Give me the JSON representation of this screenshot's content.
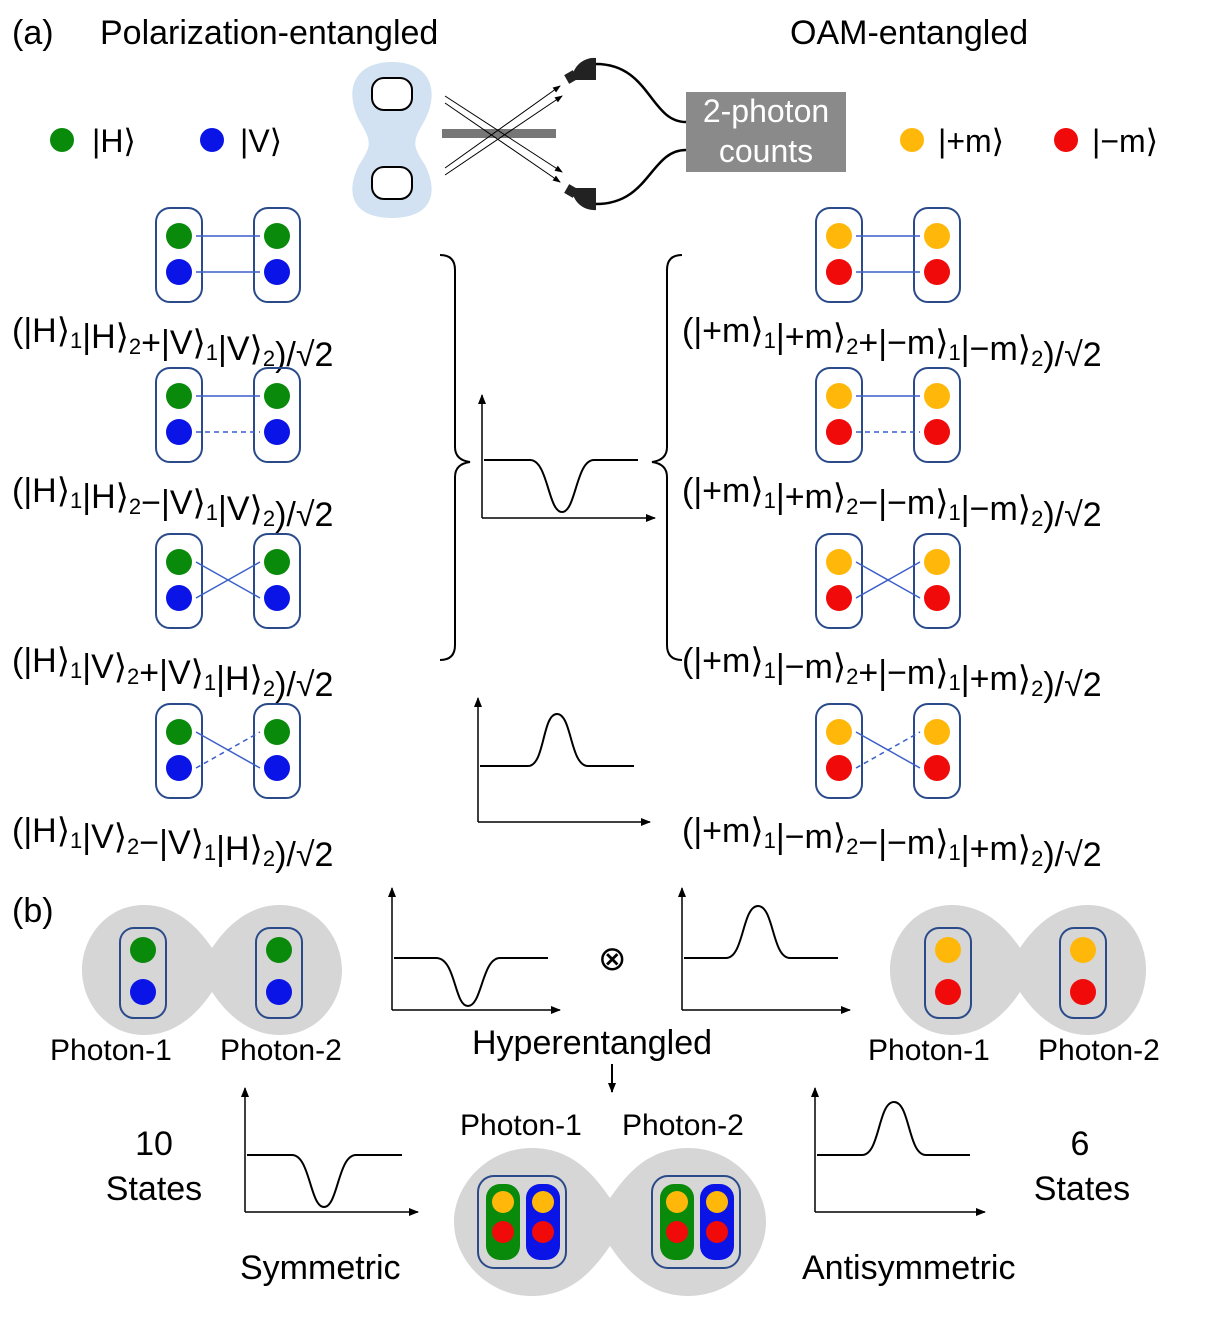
{
  "panel_a": {
    "label": "(a)",
    "left_title": "Polarization-entangled",
    "right_title": "OAM-entangled",
    "counter_label": [
      "2-photon",
      "counts"
    ],
    "legend_left": [
      {
        "color": "#0a8a0a",
        "text": "|H⟩"
      },
      {
        "color": "#0a14e6",
        "text": "|V⟩"
      }
    ],
    "legend_right": [
      {
        "color": "#ffb80a",
        "text": "|+m⟩"
      },
      {
        "color": "#f00a0a",
        "text": "|−m⟩"
      }
    ],
    "polarization_states": [
      {
        "a": "H",
        "b": "H",
        "sign": "+",
        "c": "V",
        "d": "V"
      },
      {
        "a": "H",
        "b": "H",
        "sign": "−",
        "c": "V",
        "d": "V"
      },
      {
        "a": "H",
        "b": "V",
        "sign": "+",
        "c": "V",
        "d": "H"
      },
      {
        "a": "H",
        "b": "V",
        "sign": "−",
        "c": "V",
        "d": "H"
      }
    ],
    "oam_states": [
      {
        "a": "+m",
        "b": "+m",
        "sign": "+",
        "c": "−m",
        "d": "−m"
      },
      {
        "a": "+m",
        "b": "+m",
        "sign": "−",
        "c": "−m",
        "d": "−m"
      },
      {
        "a": "+m",
        "b": "−m",
        "sign": "+",
        "c": "−m",
        "d": "+m"
      },
      {
        "a": "+m",
        "b": "−m",
        "sign": "−",
        "c": "−m",
        "d": "+m"
      }
    ],
    "subscript_1": "1",
    "subscript_2": "2",
    "norm": "2"
  },
  "panel_b": {
    "label": "(b)",
    "photon1": "Photon-1",
    "photon2": "Photon-2",
    "tensor": "⊗",
    "hyperentangled": "Hyperentangled",
    "arrow": "↓",
    "left_count": "10",
    "left_states": "States",
    "right_count": "6",
    "right_states": "States",
    "symmetric": "Symmetric",
    "antisymmetric": "Antisymmetric"
  },
  "colors": {
    "green": "#0a8a0a",
    "blue": "#0a14e6",
    "yellow": "#ffb80a",
    "red": "#f00a0a",
    "frame": "#2a4a8a",
    "gray": "#8a8a8a",
    "light_gray": "#d6d6d6",
    "light_blue": "#d2e2f2"
  }
}
